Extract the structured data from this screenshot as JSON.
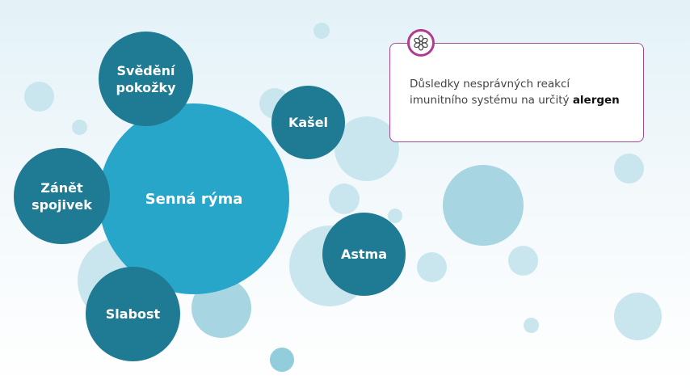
{
  "diagram": {
    "central_node": {
      "label": "Senná rýma"
    },
    "nodes": [
      {
        "id": "svedeni",
        "label": "Svědění\npokožky"
      },
      {
        "id": "kasel",
        "label": "Kašel"
      },
      {
        "id": "zanet",
        "label": "Zánět\nspojivek"
      },
      {
        "id": "astma",
        "label": "Astma"
      },
      {
        "id": "slabost",
        "label": "Slabost"
      }
    ]
  },
  "info_card": {
    "text_before": "Důsledky nesprávných reakcí imunitního systému na určitý ",
    "text_bold": "alergen",
    "icon": "flower-icon"
  },
  "colors": {
    "node_dark": "#1f7b94",
    "node_main": "#27a6c9",
    "accent_magenta": "#b23a8f"
  }
}
